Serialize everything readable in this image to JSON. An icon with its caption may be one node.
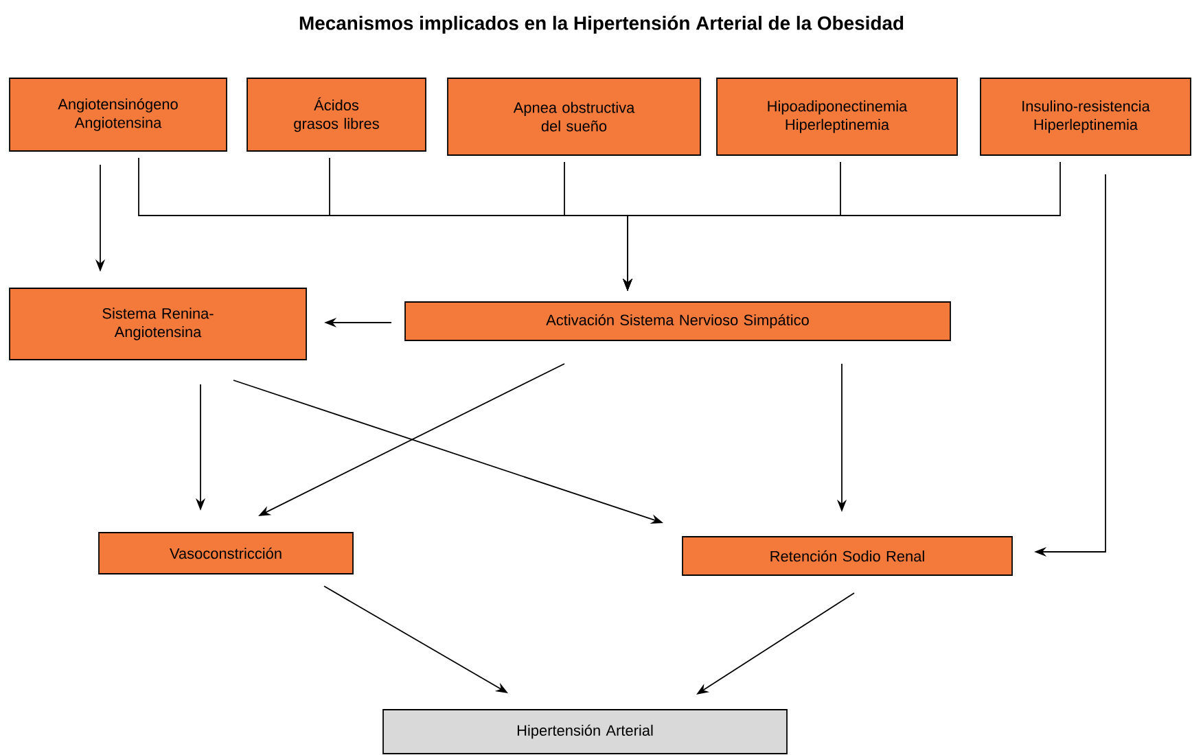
{
  "diagram": {
    "title": "Mecanismos implicados en la Hipertensión Arterial de la Obesidad",
    "nodes": [
      {
        "text": [
          "Angiotensinógeno Angiotensina"
        ]
      },
      {
        "text": [
          "Ácidos grasos libres"
        ]
      },
      {
        "text": [
          "Apnea obstructiva del sueño"
        ]
      },
      {
        "text": [
          "Hipoadiponectinemia Hiperleptinemia"
        ]
      },
      {
        "text": [
          "Insulino-resistencia Hiperleptinemia"
        ]
      },
      {
        "text": [
          "Sistema Renina-Angiotensina"
        ]
      },
      {
        "text": [
          "Activación Sistema Nervioso Simpático"
        ]
      },
      {
        "text": [
          "Vasoconstricción"
        ]
      },
      {
        "text": [
          "Retención Sodio Renal"
        ]
      },
      {
        "text": [
          "Hipertensión Arterial"
        ]
      }
    ],
    "edges": [
      {
        "from": 0,
        "to": 5,
        "arrow": "to"
      },
      {
        "from": 0,
        "to": 6,
        "arrow": "to"
      },
      {
        "from": 1,
        "to": 6,
        "arrow": "to"
      },
      {
        "from": 2,
        "to": 6,
        "arrow": "to"
      },
      {
        "from": 3,
        "to": 6,
        "arrow": "to"
      },
      {
        "from": 4,
        "to": 6,
        "arrow": "to"
      },
      {
        "from": 6,
        "to": 5,
        "arrow": "to"
      },
      {
        "from": 5,
        "to": 7,
        "arrow": "to"
      },
      {
        "from": 5,
        "to": 8,
        "arrow": "to"
      },
      {
        "from": 6,
        "to": 7,
        "arrow": "to"
      },
      {
        "from": 6,
        "to": 8,
        "arrow": "to"
      },
      {
        "from": 4,
        "to": 8,
        "arrow": "to"
      },
      {
        "from": 7,
        "to": 9,
        "arrow": "to"
      },
      {
        "from": 8,
        "to": 9,
        "arrow": "to"
      }
    ]
  }
}
